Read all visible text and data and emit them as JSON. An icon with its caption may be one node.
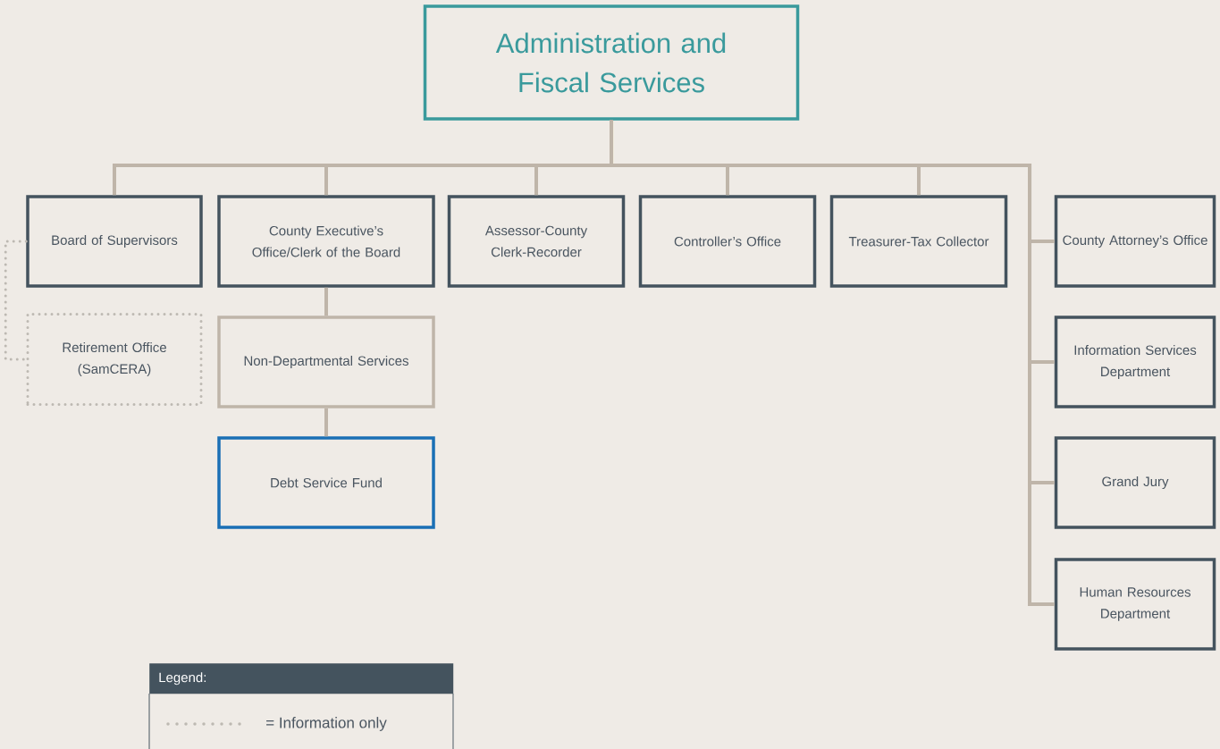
{
  "diagram": {
    "nodes": [
      {
        "text": [
          "Administration and Fiscal Services"
        ]
      },
      {
        "text": [
          "Board of Supervisors"
        ]
      },
      {
        "text": [
          "County Executive’s Office/Clerk of the Board"
        ]
      },
      {
        "text": [
          "Assessor-County Clerk-Recorder"
        ]
      },
      {
        "text": [
          "Controller’s Office"
        ]
      },
      {
        "text": [
          "Treasurer-Tax Collector"
        ]
      },
      {
        "text": [
          "County Attorney’s Office"
        ]
      },
      {
        "text": [
          "Retirement Office (SamCERA)"
        ]
      },
      {
        "text": [
          "Non-Departmental Services"
        ]
      },
      {
        "text": [
          "Debt Service Fund"
        ]
      },
      {
        "text": [
          "Information Services Department"
        ]
      },
      {
        "text": [
          "Grand Jury"
        ]
      },
      {
        "text": [
          "Human Resources Department"
        ]
      }
    ],
    "edges": [
      {
        "from": 0,
        "to": 1,
        "arrow": "none"
      },
      {
        "from": 0,
        "to": 2,
        "arrow": "none"
      },
      {
        "from": 0,
        "to": 3,
        "arrow": "none"
      },
      {
        "from": 0,
        "to": 4,
        "arrow": "none"
      },
      {
        "from": 0,
        "to": 5,
        "arrow": "none"
      },
      {
        "from": 0,
        "to": 6,
        "arrow": "none"
      },
      {
        "from": 0,
        "to": 10,
        "arrow": "none"
      },
      {
        "from": 0,
        "to": 11,
        "arrow": "none"
      },
      {
        "from": 0,
        "to": 12,
        "arrow": "none"
      },
      {
        "from": 2,
        "to": 8,
        "arrow": "none"
      },
      {
        "from": 8,
        "to": 9,
        "arrow": "none"
      },
      {
        "from": 1,
        "to": 7,
        "arrow": "none",
        "style": "dashed",
        "color": "#bdb9b2"
      }
    ],
    "labels": [
      "Legend:"
    ],
    "legend": [
      {
        "text": "= Information only"
      }
    ]
  }
}
